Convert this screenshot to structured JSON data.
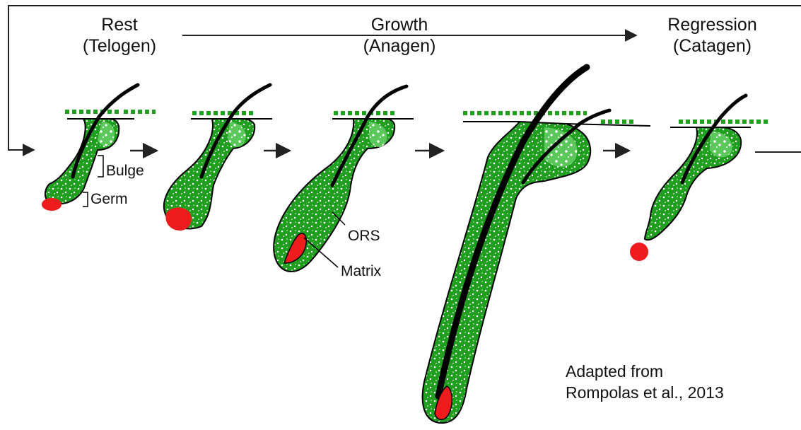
{
  "stages": {
    "rest": {
      "name": "Rest",
      "phase": "(Telogen)"
    },
    "growth": {
      "name": "Growth",
      "phase": "(Anagen)"
    },
    "regression": {
      "name": "Regression",
      "phase": "(Catagen)"
    }
  },
  "labels": {
    "bulge": "Bulge",
    "germ": "Germ",
    "ors": "ORS",
    "matrix": "Matrix"
  },
  "credit": {
    "line1": "Adapted from",
    "line2": "Rompolas et al., 2013"
  },
  "colors": {
    "cell_green": "#1f9e1f",
    "cell_light": "#6fd46f",
    "dermal_papilla_red": "#ee1c1c",
    "hair_shaft": "#000000"
  }
}
